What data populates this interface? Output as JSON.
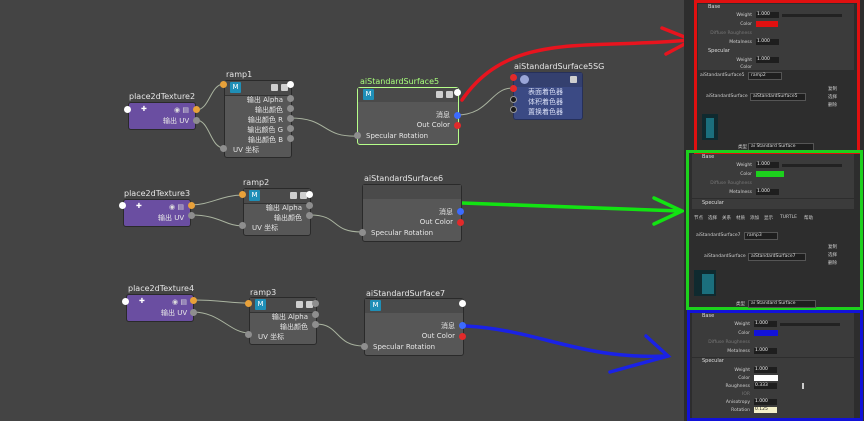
{
  "graph": {
    "nodes": {
      "place1": {
        "title": "place2dTexture2",
        "port": "输出 UV"
      },
      "place2": {
        "title": "place2dTexture3",
        "port": "输出 UV"
      },
      "place3": {
        "title": "place2dTexture4",
        "port": "输出 UV"
      },
      "ramp1": {
        "title": "ramp1",
        "ports": [
          "输出 Alpha",
          "输出颜色",
          "输出颜色 R",
          "输出颜色 G",
          "输出颜色 B"
        ],
        "uv": "UV 坐标"
      },
      "ramp2": {
        "title": "ramp2",
        "ports": [
          "输出 Alpha",
          "输出颜色"
        ],
        "uv": "UV 坐标"
      },
      "ramp3": {
        "title": "ramp3",
        "ports": [
          "输出 Alpha",
          "输出颜色"
        ],
        "uv": "UV 坐标"
      },
      "shader1": {
        "title": "aiStandardSurface5",
        "ports": [
          "消息",
          "Out Color"
        ],
        "spec": "Specular Rotation"
      },
      "shader2": {
        "title": "aiStandardSurface6",
        "ports": [
          "消息",
          "Out Color"
        ],
        "spec": "Specular Rotation"
      },
      "shader3": {
        "title": "aiStandardSurface7",
        "ports": [
          "消息",
          "Out Color"
        ],
        "spec": "Specular Rotation"
      },
      "sg": {
        "title": "aiStandardSurface5SG",
        "rows": [
          "表面着色器",
          "体积着色器",
          "置换着色器"
        ]
      }
    }
  },
  "panel": {
    "p1": {
      "base": "Base",
      "specular": "Specular",
      "rows": [
        {
          "label": "Weight",
          "value": "1.000"
        },
        {
          "label": "Color",
          "value": ""
        },
        {
          "label": "Diffuse Roughness",
          "value": ""
        },
        {
          "label": "Metalness",
          "value": "1.000"
        }
      ],
      "srows": [
        {
          "label": "Weight",
          "value": "1.000"
        },
        {
          "label": "Color",
          "value": ""
        }
      ],
      "tex_label": "aiStandardSurface5",
      "tex_value": "ramp2",
      "surf_label": "aiStandardSurface",
      "surf_value": "aiStandardSurface5",
      "btns": [
        "复制",
        "选择",
        "删除"
      ],
      "type_label": "类型",
      "type_value": "ai Standard Surface",
      "swatch": "#e01010"
    },
    "p2": {
      "base": "Base",
      "specular": "Specular",
      "rows": [
        {
          "label": "Weight",
          "value": "1.000"
        },
        {
          "label": "Color",
          "value": ""
        },
        {
          "label": "Diffuse Roughness",
          "value": ""
        },
        {
          "label": "Metalness",
          "value": "1.000"
        }
      ],
      "menu": [
        "节点",
        "选择",
        "关系",
        "材质",
        "添加",
        "显示",
        "TURTLE",
        "帮助"
      ],
      "tex_label": "aiStandardSurface7",
      "tex_value": "ramp3",
      "surf_label": "aiStandardSurface",
      "surf_value": "aiStandardSurface7",
      "btns": [
        "复制",
        "选择",
        "删除"
      ],
      "type_label": "类型",
      "type_value": "ai Standard Surface",
      "swatch": "#1dd11d"
    },
    "p3": {
      "base": "Base",
      "specular": "Specular",
      "rows": [
        {
          "label": "Weight",
          "value": "1.000"
        },
        {
          "label": "Color",
          "value": ""
        },
        {
          "label": "Diffuse Roughness",
          "value": ""
        },
        {
          "label": "Metalness",
          "value": "1.000"
        }
      ],
      "srows": [
        {
          "label": "Weight",
          "value": "1.000"
        },
        {
          "label": "Color",
          "value": ""
        },
        {
          "label": "Roughness",
          "value": "0.333"
        },
        {
          "label": "IOR",
          "value": ""
        },
        {
          "label": "Anisotropy",
          "value": "1.000"
        },
        {
          "label": "Rotation",
          "value": "0.125"
        }
      ],
      "swatch": "#1212d8"
    }
  },
  "colors": {
    "red": "#e8141e",
    "green": "#12e312",
    "blue": "#1a22e6",
    "panel_red": "#e01010",
    "panel_green": "#1dd11d",
    "panel_blue": "#1212d8"
  }
}
